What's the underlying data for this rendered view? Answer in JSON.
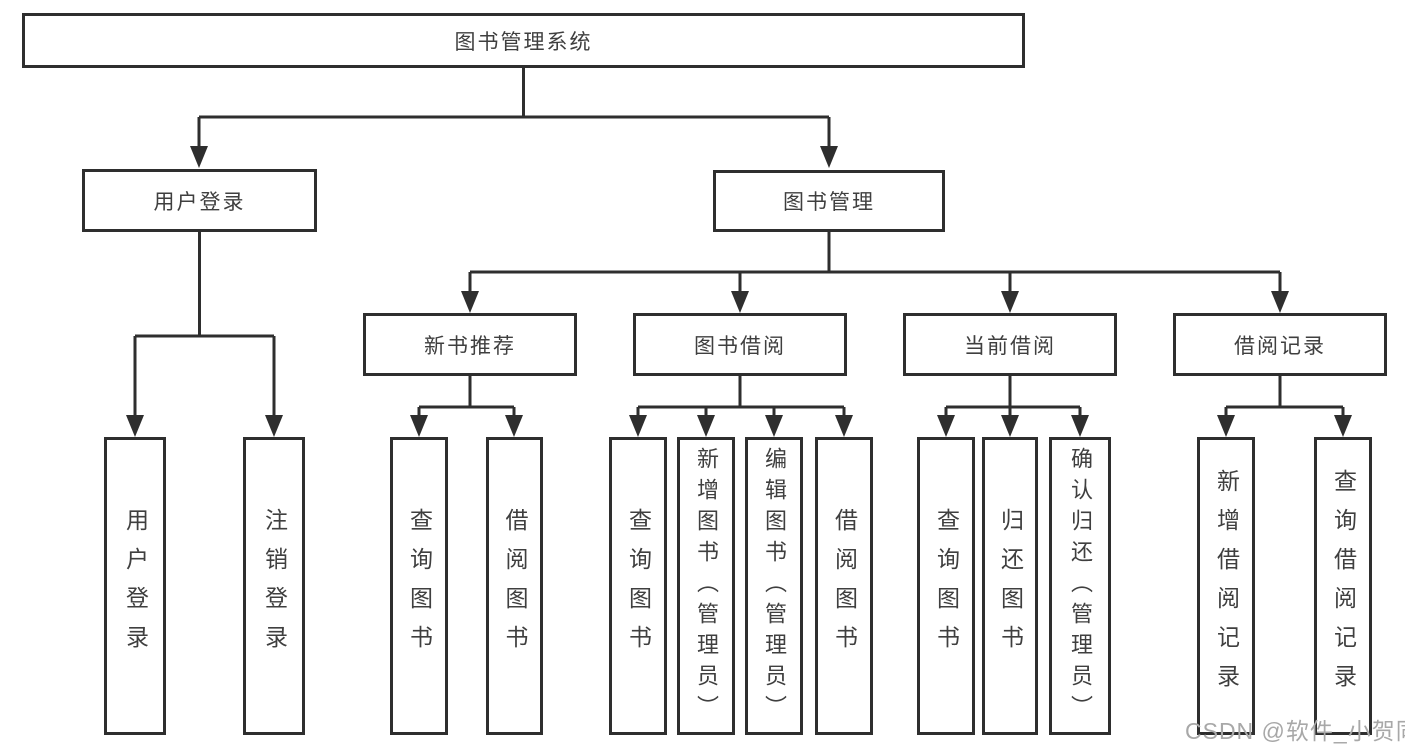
{
  "diagram": {
    "root": "图书管理系统",
    "branches": [
      {
        "label": "用户登录",
        "children": [
          "用户登录",
          "注销登录"
        ]
      },
      {
        "label": "图书管理",
        "children": [
          {
            "label": "新书推荐",
            "children": [
              "查询图书",
              "借阅图书"
            ]
          },
          {
            "label": "图书借阅",
            "children": [
              "查询图书",
              "新增图书（管理员）",
              "编辑图书（管理员）",
              "借阅图书"
            ]
          },
          {
            "label": "当前借阅",
            "children": [
              "查询图书",
              "归还图书",
              "确认归还（管理员）"
            ]
          },
          {
            "label": "借阅记录",
            "children": [
              "新增借阅记录",
              "查询借阅记录"
            ]
          }
        ]
      }
    ],
    "watermark": "CSDN @软件_小贺同学",
    "colors": {
      "line": "#2e2e2e",
      "box_border": "#2e2e2e",
      "text": "#3f3f3f",
      "watermark": "#a8a8a8",
      "background": "#ffffff"
    }
  }
}
